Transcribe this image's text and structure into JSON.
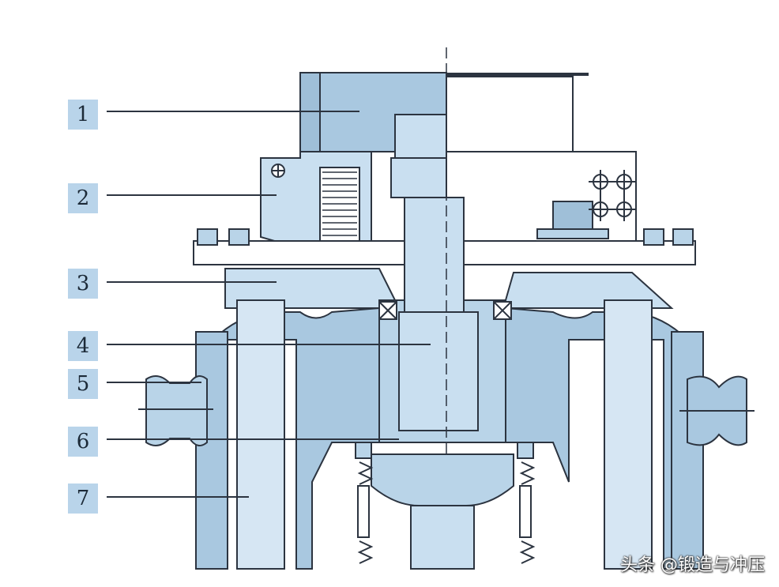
{
  "labels": [
    "1",
    "2",
    "3",
    "4",
    "5",
    "6",
    "7"
  ],
  "watermark": "头条 @锻造与冲压",
  "colors": {
    "part_fill": "#b9d4e8",
    "part_dark": "#9fbfd8",
    "line": "#2c3440",
    "label_box": "#b9d4ea"
  }
}
